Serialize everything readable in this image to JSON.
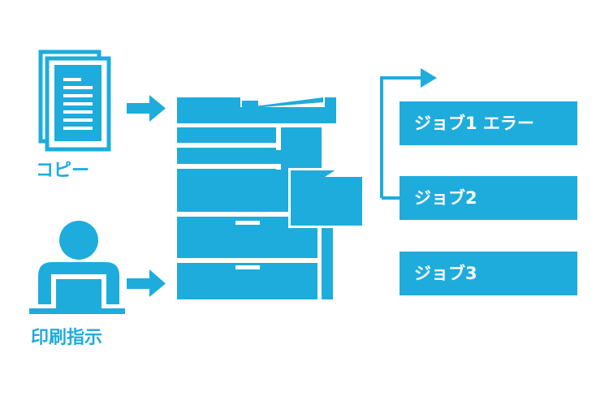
{
  "colors": {
    "accent": "#1eacdc",
    "background": "#ffffff",
    "job_text": "#ffffff"
  },
  "sources": {
    "copy_label": "コピー",
    "print_label": "印刷指示"
  },
  "icons": {
    "copy": "document-stack-icon",
    "print": "person-at-computer-icon",
    "device": "multifunction-printer-icon",
    "arrows": "right-arrow-icon"
  },
  "jobs": [
    {
      "label": "ジョブ1 エラー"
    },
    {
      "label": "ジョブ2"
    },
    {
      "label": "ジョブ3"
    }
  ]
}
